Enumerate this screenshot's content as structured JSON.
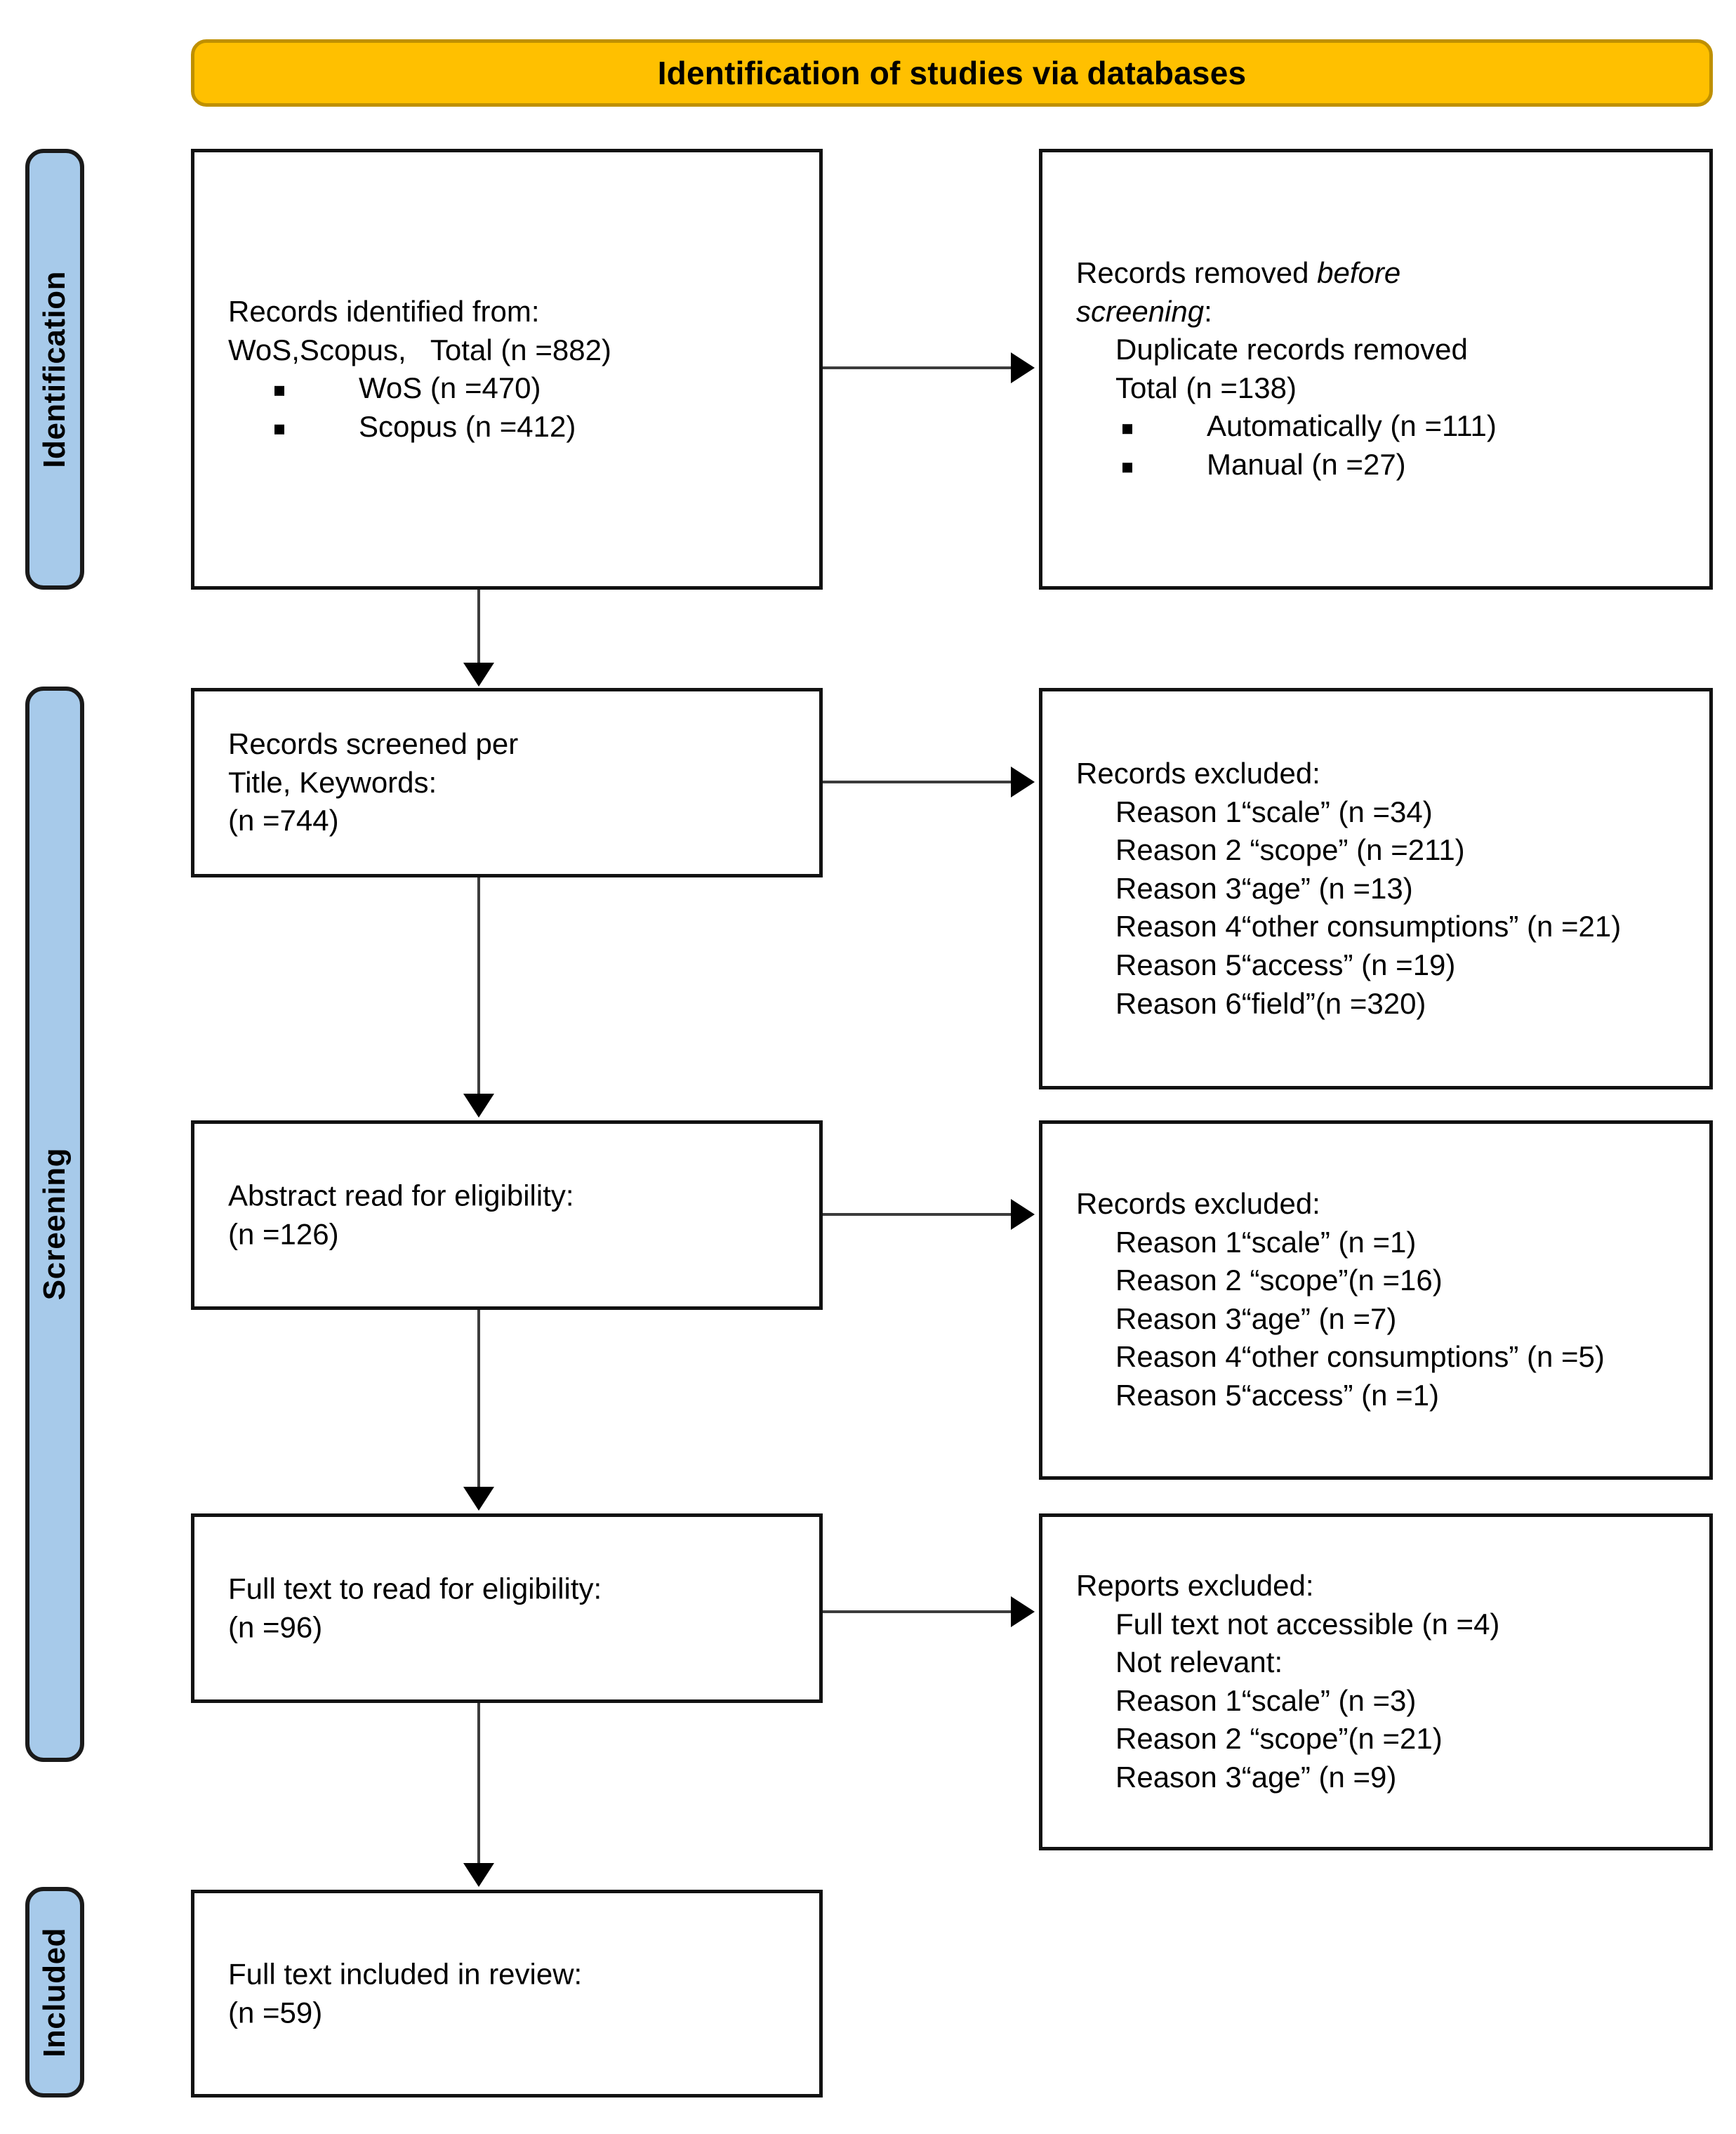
{
  "banner": {
    "title": "Identification of studies via databases"
  },
  "stages": [
    {
      "id": "identification",
      "label": "Identification"
    },
    {
      "id": "screening",
      "label": "Screening"
    },
    {
      "id": "included",
      "label": "Included"
    }
  ],
  "boxes": {
    "identified": {
      "title": "Records identified from:",
      "subtitle": "WoS,Scopus,   Total (n =882)",
      "bullets": [
        "WoS (n =470)",
        "Scopus (n =412)"
      ]
    },
    "removed": {
      "title_a": "Records removed ",
      "title_em": "before",
      "title_b": "screening",
      "title_c": ":",
      "line1": "Duplicate records removed",
      "line2": "Total (n =138)",
      "bullets": [
        "Automatically (n =111)",
        "Manual (n =27)"
      ]
    },
    "screened": {
      "line1": "Records screened per",
      "line2": "Title, Keywords:",
      "line3": "(n =744)"
    },
    "excluded_screening": {
      "title": "Records excluded:",
      "reasons": [
        "Reason 1“scale” (n =34)",
        "Reason 2 “scope” (n =211)",
        "Reason 3“age” (n =13)",
        "Reason 4“other consumptions” (n =21)",
        "Reason 5“access” (n =19)",
        "Reason 6“field”(n =320)"
      ]
    },
    "abstract": {
      "line1": "Abstract read for eligibility:",
      "line2": "(n =126)"
    },
    "excluded_abstract": {
      "title": "Records excluded:",
      "reasons": [
        "Reason 1“scale” (n =1)",
        "Reason 2 “scope”(n =16)",
        "Reason 3“age” (n =7)",
        "Reason 4“other consumptions” (n =5)",
        "Reason 5“access” (n =1)"
      ]
    },
    "fulltext": {
      "line1": "Full text to read for eligibility:",
      "line2": "(n =96)"
    },
    "excluded_fulltext": {
      "title": "Reports excluded:",
      "line1": "Full text not accessible (n =4)",
      "line2": "Not relevant:",
      "reasons": [
        "Reason 1“scale” (n =3)",
        "Reason 2 “scope”(n =21)",
        "Reason 3“age” (n =9)"
      ]
    },
    "included": {
      "line1": "Full text included in review:",
      "line2": "(n =59)"
    }
  },
  "colors": {
    "banner_fill": "#FFC000",
    "banner_border": "#BF9000",
    "stage_fill": "#A7CAEA",
    "stage_border": "#1A1A1A",
    "box_border": "#111111",
    "connector": "#3C3C3C"
  }
}
